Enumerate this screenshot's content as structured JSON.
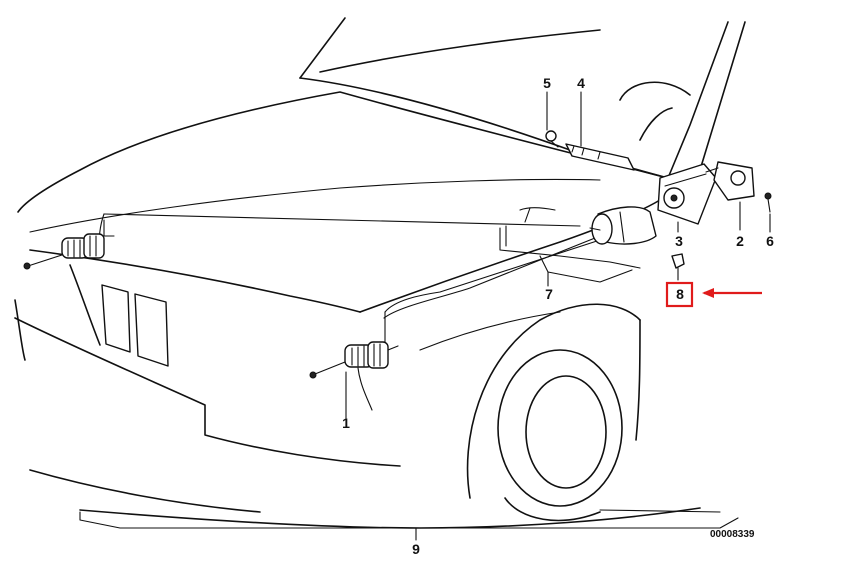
{
  "diagram": {
    "part_numbers": [
      "1",
      "2",
      "3",
      "4",
      "5",
      "6",
      "7",
      "8",
      "9"
    ],
    "reference_code": "00008339",
    "highlighted_part": "8",
    "highlight_color": "#e01b1b",
    "line_color": "#111111",
    "background_color": "#ffffff"
  }
}
